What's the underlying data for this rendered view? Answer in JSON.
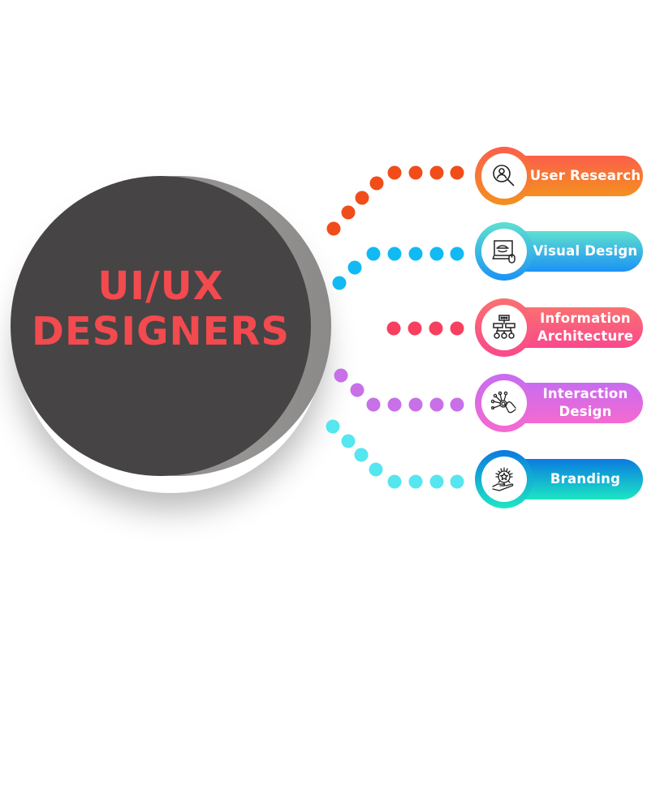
{
  "hub": {
    "line1": "UI/UX",
    "line2": "DESIGNERS",
    "color": "#f24a4f",
    "fill": "#464445"
  },
  "branches": [
    {
      "id": "user-research",
      "lines": [
        "User Research"
      ],
      "icon": "user-search-icon",
      "dot_color": "#f04d1a",
      "dots": 8
    },
    {
      "id": "visual-design",
      "lines": [
        "Visual Design"
      ],
      "icon": "monitor-mouse-icon",
      "dot_color": "#12baf3",
      "dots": 7
    },
    {
      "id": "information-architecture",
      "lines": [
        "Information",
        "Architecture"
      ],
      "icon": "sitemap-icon",
      "dot_color": "#f73f5f",
      "dots": 4
    },
    {
      "id": "interaction-design",
      "lines": [
        "Interaction",
        "Design"
      ],
      "icon": "touch-network-icon",
      "dot_color": "#c870e8",
      "dots": 7
    },
    {
      "id": "branding",
      "lines": [
        "Branding"
      ],
      "icon": "hand-star-icon",
      "dot_color": "#55e6ef",
      "dots": 8
    }
  ]
}
